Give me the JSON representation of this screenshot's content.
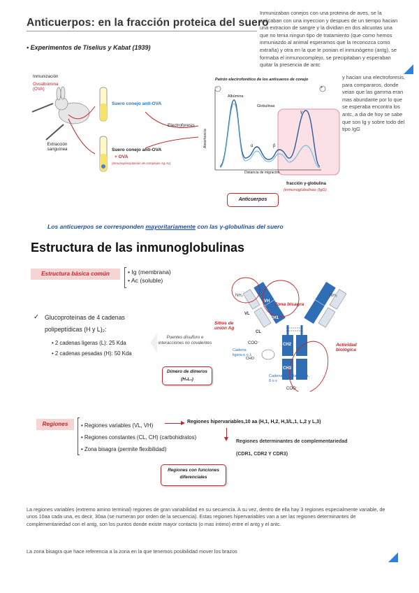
{
  "section1": {
    "title": "Anticuerpos: en la fracción proteica del suero",
    "bullet": "• Experimentos de Tiselius y Kabat (1939)",
    "side_note": "Inmunizaban conejos con una proteina de aves, se la aplicaban con una inyeccion y despues de un tiempo hacian una extracion de sangre y la dividian en dos alicuotas una que no tenia ningun tipo de tratamiento (que como hemos inmuniazdo al animal esperamos que la reconozca como extraña) y otra en la que le ponian el inmunógeno (antg), se formaba el inmunocomplejo, se precipitaban y esperaban quitar la presencia de antc",
    "side_note_cont": "y hacian una electroforesis, para compararos, donde veian que las gamma eran mas abundante por lo que se esperaba encontra los antc, a dia de hoy se sabe que son Ig y sobre todo del tipo IgG",
    "fig": {
      "inmunizacion": "Inmunización",
      "ovoalbumina": "Ovoalbúmina (OVA)",
      "extraccion": "Extracción sanguínea",
      "suero1": "Suero conejo anti-OVA",
      "suero2": "Suero conejo anti-OVA",
      "ova": "+ OVA",
      "inmuno": "(Inmunoprecipitación de complejos Ag-Ac)",
      "electroforesis": "Electroforesis",
      "patron": "Patrón electroforético de los antisueros de conejo",
      "albumina": "Albúmina",
      "globulinas": "Globulinas",
      "absorbancia": "Absorbancia",
      "distancia": "Distancia de migración",
      "alpha": "α",
      "beta": "β",
      "gamma": "γ",
      "minus": "−",
      "plus": "+",
      "fraccion": "fracción γ-globulina",
      "inmunoglobulinas": "(inmunoglobulinas (IgG)",
      "anticuerpos": "Anticuerpos"
    },
    "caption_pre": "Los anticuerpos se corresponden ",
    "caption_u": "mayoritariamente",
    "caption_post": " con las γ-globulinas del suero"
  },
  "section2": {
    "title": "Estructura de las inmunoglobulinas",
    "basic_label": "Estructura básica común",
    "basic_items": [
      "• Ig (membrana)",
      "• Ac (soluble)"
    ],
    "glyco_check": "✓",
    "glyco_line1": "Glucoproteínas de 4 cadenas",
    "glyco_line2": "polipeptídicas (H y L)₂:",
    "chain_items": [
      "• 2 cadenas ligeras (L): 25 Kda",
      "• 2 cadenas pesadas (H): 50 Kda"
    ],
    "puentes": "Puentes disulfuro e interacciones no covalentes",
    "dimero": "Dímero de dímeros (H₂L₂)",
    "sitios": "Sitios de unión Ag",
    "bisagra": "Zona bisagra",
    "actividad": "Actividad biológica",
    "cadena_ligera": "Cadena ligera κ o λ",
    "cadena_pesada": "Cadena pesada μ, γ, α, δ o ε",
    "nh2": "NH₂",
    "coo": "COO⁻",
    "cho": "CHO",
    "vl": "VL",
    "vh": "VH",
    "cl": "CL",
    "ch1": "CH1",
    "ch2": "CH2",
    "ch3": "CH3",
    "regiones_label": "Regiones",
    "regiones_items": [
      "• Regiones variables (VL, VH)",
      "• Regiones constantes (CL, CH) (carbohidratos)",
      "• Zona bisagra (permite flexibilidad)"
    ],
    "hipervariables": "Regiones hipervariables,10  aa  (H,1, H,2, H,3/L,1, L,2 y L,3)",
    "determinantes": "Regiones determinantes de complementariedad",
    "cdr": "(CDR1, CDR2 Y CDR3)",
    "funciones": "Regiones con funciones diferenciales"
  },
  "notes": {
    "para1": "La regiones variables (extremo amino terminal) regiones de gran variabilidad en su secuencia. A su vez, dentro de ella hay 3 regiones especialmente variable, de unos 10aa cada una, es decir, 30aa (se numeran por orden de la secuencia). Estas regiones hipervariables van a ser las regiones determinantes de complementariedad con el antg, son los puntos donde existe mayor contacto (o mas intimo) entre el antg y el antc.",
    "para2": "La zona bisagra que hace referencia a la zona en la que tenemos posibilidad mover los brazos"
  },
  "colors": {
    "accent_blue": "#2f6db5",
    "red": "#c0282a",
    "pink": "#f6d4d4",
    "corner": "#2d7fe0"
  }
}
